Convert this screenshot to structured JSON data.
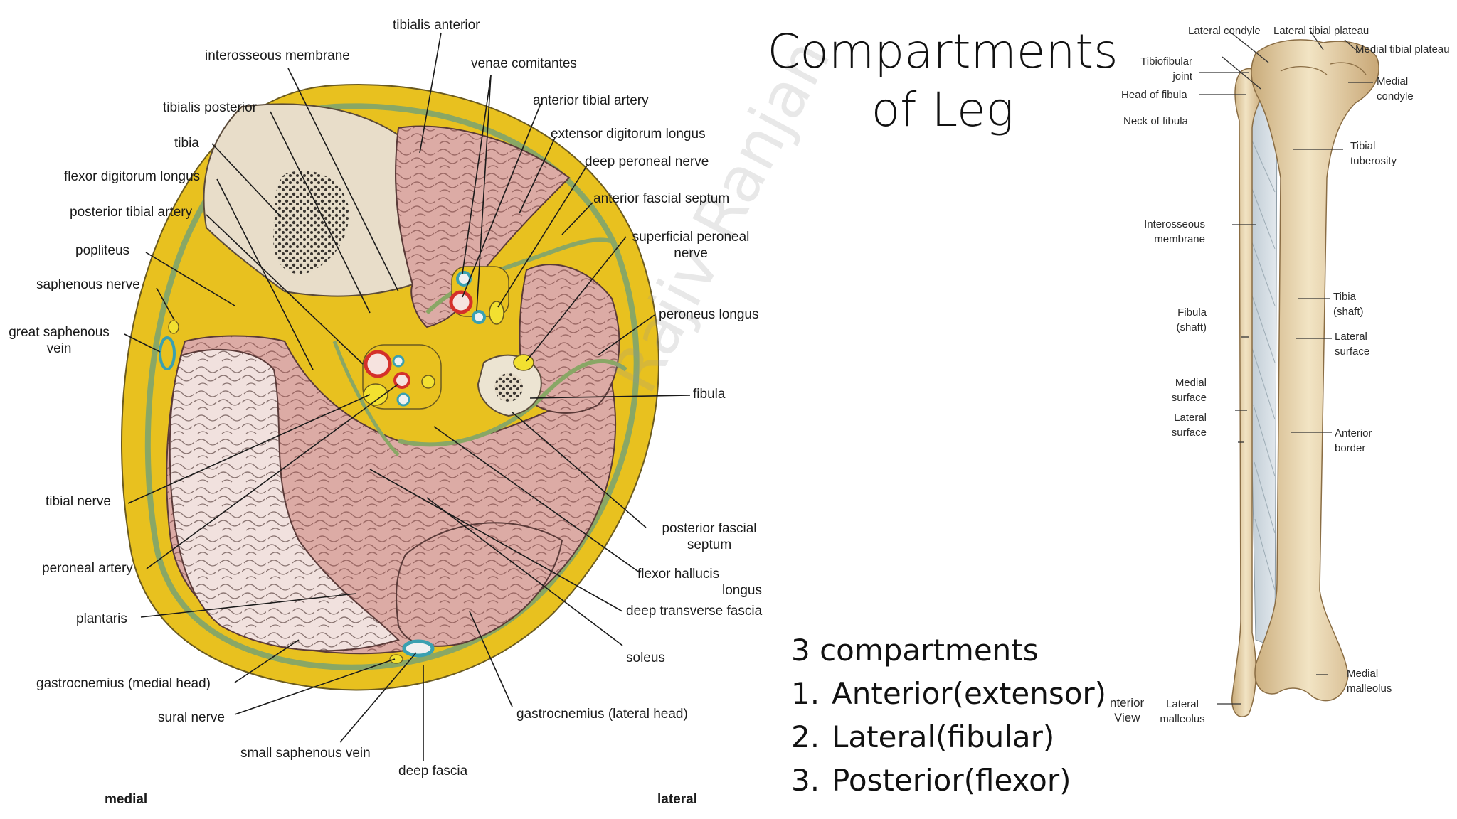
{
  "slide": {
    "title_line1": "Compartments",
    "title_line2": "of Leg",
    "summary_heading": "3 compartments",
    "items": [
      {
        "num": "1.",
        "text": "Anterior(extensor)"
      },
      {
        "num": "2.",
        "text": "Lateral(fibular)"
      },
      {
        "num": "3.",
        "text": "Posterior(flexor)"
      }
    ],
    "watermark": "Rajiv Ranjan"
  },
  "cross_section": {
    "labels": {
      "tibialis_anterior": "tibialis anterior",
      "interosseous_membrane": "interosseous membrane",
      "venae_comitantes": "venae comitantes",
      "tibialis_posterior": "tibialis posterior",
      "anterior_tibial_artery": "anterior tibial artery",
      "tibia": "tibia",
      "extensor_digitorum_longus": "extensor digitorum longus",
      "flexor_digitorum_longus": "flexor digitorum longus",
      "deep_peroneal_nerve": "deep peroneal nerve",
      "posterior_tibial_artery": "posterior tibial artery",
      "anterior_fascial_septum": "anterior fascial septum",
      "superficial_peroneal_nerve_1": "superficial peroneal",
      "superficial_peroneal_nerve_2": "nerve",
      "popliteus": "popliteus",
      "saphenous_nerve": "saphenous nerve",
      "peroneus_longus": "peroneus longus",
      "great_saphenous_vein_1": "great saphenous",
      "great_saphenous_vein_2": "vein",
      "fibula": "fibula",
      "tibial_nerve": "tibial nerve",
      "posterior_fascial_septum_1": "posterior fascial",
      "posterior_fascial_septum_2": "septum",
      "peroneal_artery": "peroneal artery",
      "flexor_hallucis_longus_1": "flexor hallucis",
      "flexor_hallucis_longus_2": "longus",
      "plantaris": "plantaris",
      "deep_transverse_fascia": "deep transverse fascia",
      "soleus": "soleus",
      "gastrocnemius_medial": "gastrocnemius (medial head)",
      "gastrocnemius_lateral": "gastrocnemius (lateral head)",
      "sural_nerve": "sural nerve",
      "small_saphenous_vein": "small saphenous vein",
      "deep_fascia": "deep fascia",
      "medial": "medial",
      "lateral": "lateral"
    }
  },
  "bone_diagram": {
    "labels": {
      "lateral_condyle": "Lateral condyle",
      "lateral_tibial_plateau": "Lateral tibial plateau",
      "medial_tibial_plateau": "Medial tibial plateau",
      "tibiofibular_joint_1": "Tibiofibular",
      "tibiofibular_joint_2": "joint",
      "head_of_fibula": "Head of fibula",
      "medial_condyle_1": "Medial",
      "medial_condyle_2": "condyle",
      "neck_of_fibula": "Neck of fibula",
      "tibial_tuberosity_1": "Tibial",
      "tibial_tuberosity_2": "tuberosity",
      "interosseous_membrane_1": "Interosseous",
      "interosseous_membrane_2": "membrane",
      "tibia_shaft_1": "Tibia",
      "tibia_shaft_2": "(shaft)",
      "fibula_shaft_1": "Fibula",
      "fibula_shaft_2": "(shaft)",
      "lateral_surface_tibia_1": "Lateral",
      "lateral_surface_tibia_2": "surface",
      "medial_surface_1": "Medial",
      "medial_surface_2": "surface",
      "lateral_surface_fibula_1": "Lateral",
      "lateral_surface_fibula_2": "surface",
      "anterior_border_1": "Anterior",
      "anterior_border_2": "border",
      "medial_malleolus_1": "Medial",
      "medial_malleolus_2": "malleolus",
      "anterior_view_1": "nterior",
      "anterior_view_2": "View",
      "lateral_malleolus_1": "Lateral",
      "lateral_malleolus_2": "malleolus"
    }
  },
  "colors": {
    "fat": "#e9c21d",
    "fascia": "#8fae6a",
    "muscle": "#d9a5a0",
    "bone": "#e8ddc9",
    "artery": "#d4302a",
    "vein": "#3aa0b0",
    "nerve": "#f2e030",
    "bone_shaft": "#ecdcb8",
    "membrane": "#c9d4dc"
  }
}
